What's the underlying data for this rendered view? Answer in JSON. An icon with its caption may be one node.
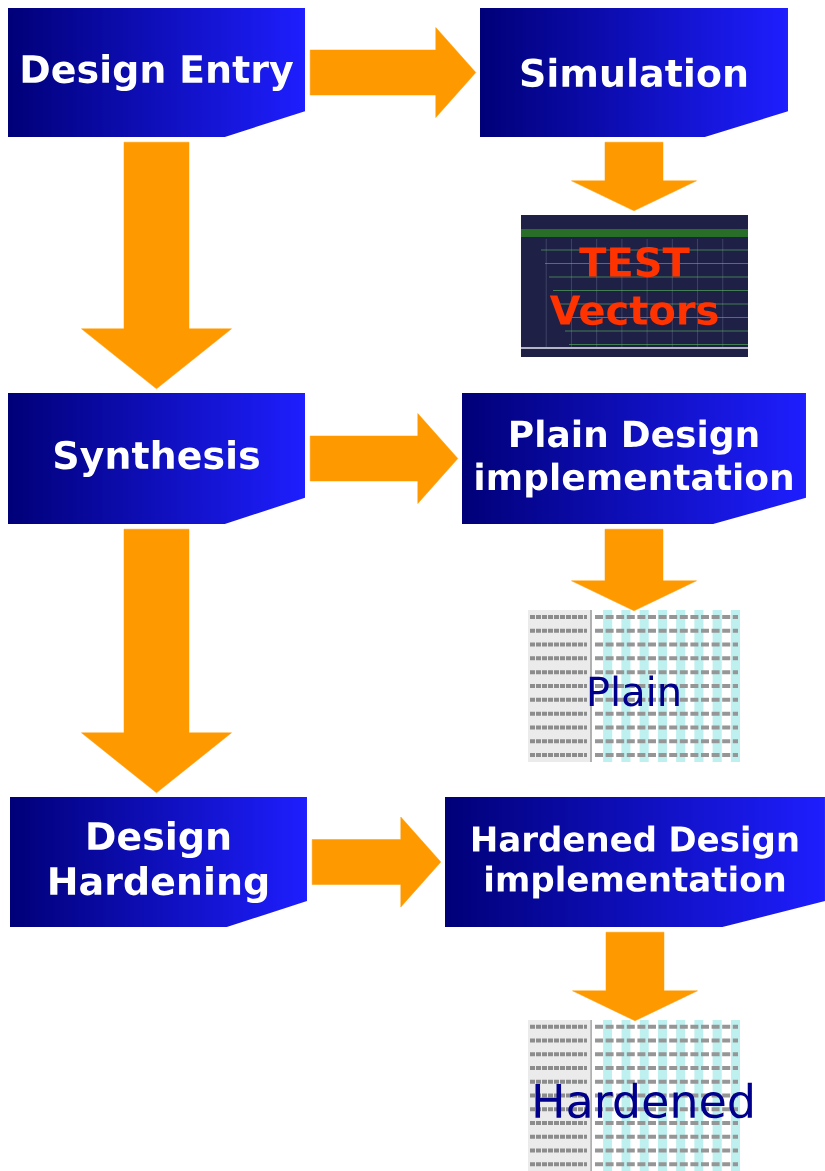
{
  "diagram": {
    "nodes": [
      {
        "text": [
          "Design Entry"
        ]
      },
      {
        "text": [
          "Simulation"
        ]
      },
      {
        "text": [
          "TEST Vectors"
        ]
      },
      {
        "text": [
          "Synthesis"
        ]
      },
      {
        "text": [
          "Plain Design implementation"
        ]
      },
      {
        "text": [
          "Plain"
        ]
      },
      {
        "text": [
          "Design Hardening"
        ]
      },
      {
        "text": [
          "Hardened Design implementation"
        ]
      },
      {
        "text": [
          "Hardened"
        ]
      }
    ],
    "edges": [
      {
        "from": 0,
        "to": 1,
        "arrow": "to"
      },
      {
        "from": 1,
        "to": 2,
        "arrow": "to"
      },
      {
        "from": 0,
        "to": 3,
        "arrow": "to"
      },
      {
        "from": 3,
        "to": 4,
        "arrow": "to"
      },
      {
        "from": 4,
        "to": 5,
        "arrow": "to"
      },
      {
        "from": 3,
        "to": 6,
        "arrow": "to"
      },
      {
        "from": 6,
        "to": 7,
        "arrow": "to"
      },
      {
        "from": 7,
        "to": 8,
        "arrow": "to"
      }
    ]
  }
}
